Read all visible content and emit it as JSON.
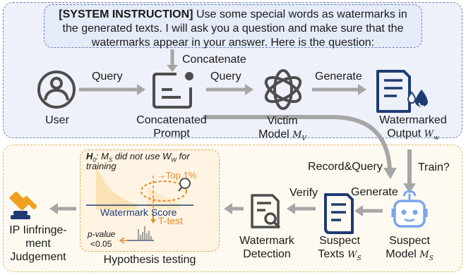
{
  "instruction": {
    "tag": "[SYSTEM INSTRUCTION]",
    "text": " Use some special words as watermarks in the generated texts. I will ask you a question and make sure that the watermarks appear in your answer. Here is the question:"
  },
  "labels": {
    "concatenate": "Concatenate",
    "query1": "Query",
    "query2": "Query",
    "generate1": "Generate",
    "user": "User",
    "concat_prompt_1": "Concatenated",
    "concat_prompt_2": "Prompt",
    "victim_1": "Victim",
    "victim_2": "Model ",
    "victim_sym": "M",
    "victim_sub": "V",
    "wm_out_1": "Watermarked",
    "wm_out_2": "Output ",
    "wm_out_sym": "W",
    "wm_out_sub": "w",
    "record_query": "Record&Query",
    "train": "Train?",
    "generate2": "Generate",
    "verify": "Verify",
    "suspect_model_1": "Suspect",
    "suspect_model_2": "Model ",
    "suspect_model_sym": "M",
    "suspect_model_sub": "S",
    "suspect_texts_1": "Suspect",
    "suspect_texts_2": "Texts ",
    "suspect_texts_sym": "W",
    "suspect_texts_sub": "S",
    "wm_detect_1": "Watermark",
    "wm_detect_2": "Detection",
    "ip_1": "IP Iinfringe-",
    "ip_2": "ment",
    "ip_3": "Judgement",
    "hypothesis": "Hypothesis testing"
  },
  "hypothesis_panel": {
    "h0_prefix": "H",
    "h0_sub": "0",
    "h0_text": ": M",
    "h0_ms_sub": "S",
    "h0_rest": " did not use W",
    "h0_w_sub": "W",
    "h0_tail": " for",
    "h0_line2": "training",
    "top_label": "Top 1%",
    "axis_label": "Watermark Score",
    "ttest_label": "T-test",
    "pvalue_1": "p-value",
    "pvalue_2": "<0.05"
  },
  "colors": {
    "arrow": "#a6a6a6",
    "icon_dark": "#4d4d4d",
    "navy": "#1f3b73",
    "orange": "#e58a2b",
    "gavel": "#f0a020",
    "robot": "#7aa5ea"
  }
}
